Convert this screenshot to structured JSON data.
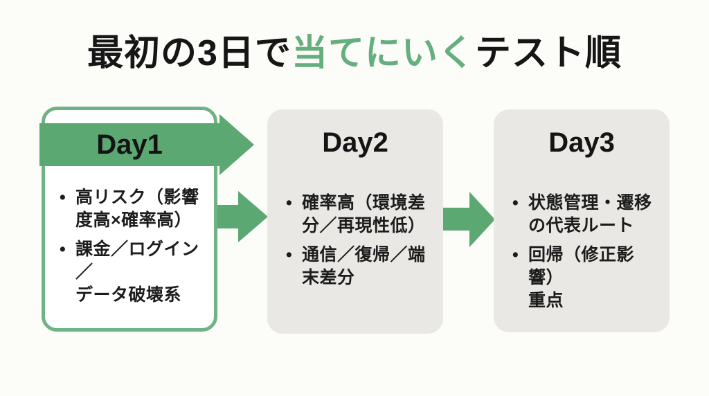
{
  "title": {
    "prefix": "最初の3日で",
    "highlight": "当てにいく",
    "suffix": "テスト順"
  },
  "ui": {
    "bullet_glyph": "•"
  },
  "colors": {
    "green": "#5CA873",
    "green_border": "#6FB285",
    "green_light": "#65AE7E",
    "card_gray": "#E9E8E5",
    "card_white": "#FFFFFF",
    "background": "#FCFCF9",
    "text": "#1C1C1C"
  },
  "cards": [
    {
      "label": "Day1",
      "bullets": [
        "高リスク（影響\n度高×確率高）",
        "課金／ログイン／\nデータ破壊系"
      ]
    },
    {
      "label": "Day2",
      "bullets": [
        "確率高（環境差\n分／再現性低）",
        "通信／復帰／端\n末差分"
      ]
    },
    {
      "label": "Day3",
      "bullets": [
        "状態管理・遷移\nの代表ルート",
        "回帰（修正影響）\n重点"
      ]
    }
  ]
}
